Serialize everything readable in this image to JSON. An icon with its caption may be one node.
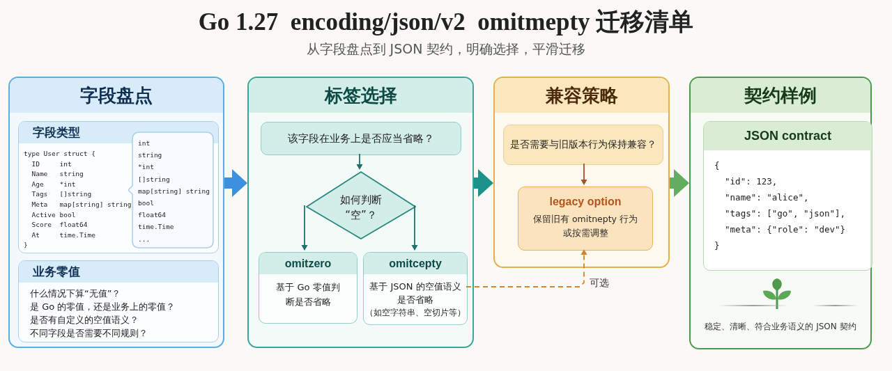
{
  "diagram": {
    "title": "Go 1.27  encoding/json/v2  omitmepty 迁移清单",
    "labels": [
      "从字段盘点到 JSON 契约，明确选择，平滑迁移"
    ],
    "nodes": [
      {
        "text": [
          "字段盘点"
        ]
      },
      {
        "text": [
          "字段类型",
          "type User struct {",
          "  ID     int",
          "  Name   string",
          "  Age    *int",
          "  Tags   []string",
          "  Meta   map[string] string",
          "  Active bool",
          "  Score  float64",
          "  At     time.Time",
          "}"
        ],
        "in": 0
      },
      {
        "text": [
          "int",
          "string",
          "*int",
          "[]string",
          "map[string] string",
          "bool",
          "float64",
          "time.Time",
          "..."
        ],
        "in": 1
      },
      {
        "text": [
          "业务零值",
          "什么情况下算“无值”？",
          "是 Go 的零值，还是业务上的零值？",
          "是否有自定义的空值语义？",
          "不同字段是否需要不同规则？"
        ],
        "in": 0
      },
      {
        "text": [
          "标签选择"
        ]
      },
      {
        "text": [
          "该字段在业务上是否应当省略？"
        ],
        "in": 4
      },
      {
        "text": [
          "如何判断 “空”？"
        ],
        "in": 4
      },
      {
        "text": [
          "omitzero",
          "基于 Go 零值判断是否省略"
        ],
        "in": 4
      },
      {
        "text": [
          "omitcepty",
          "基于 JSON 的空值语义是否省略",
          "（如空字符串、空切片等）"
        ],
        "in": 4
      },
      {
        "text": [
          "兼容策略"
        ]
      },
      {
        "text": [
          "是否需要与旧版本行为保持兼容？"
        ],
        "in": 9
      },
      {
        "text": [
          "legacy option",
          "保留旧有 omitnepty 行为或按需调整"
        ],
        "in": 9
      },
      {
        "text": [
          "契约样例",
          "稳定、清晰、符合业务语义的 JSON 契约"
        ]
      },
      {
        "text": [
          "JSON contract",
          "{",
          "  \"id\": 123,",
          "  \"name\": \"alice\",",
          "  \"tags\": [\"go\", \"json\"],",
          "  \"meta\": {\"role\": \"dev\"}",
          "}"
        ],
        "in": 12
      }
    ],
    "edges": [
      {
        "from": 0,
        "to": 4,
        "arrow": "to",
        "style": "thick",
        "color": "#3d8fdf"
      },
      {
        "from": 4,
        "to": 9,
        "arrow": "to",
        "style": "thick",
        "color": "#1b938c"
      },
      {
        "from": 9,
        "to": 12,
        "arrow": "to",
        "style": "thick",
        "color": "#62ad5f"
      },
      {
        "from": 5,
        "to": 6,
        "arrow": "to"
      },
      {
        "from": 6,
        "to": 7,
        "arrow": "to"
      },
      {
        "from": 6,
        "to": 8,
        "arrow": "to"
      },
      {
        "from": 10,
        "to": 11,
        "arrow": "to",
        "color": "#a0522d"
      },
      {
        "from": 8,
        "to": 11,
        "arrow": "to",
        "label": "可选",
        "style": "dashed",
        "color": "#d9822b"
      }
    ]
  }
}
